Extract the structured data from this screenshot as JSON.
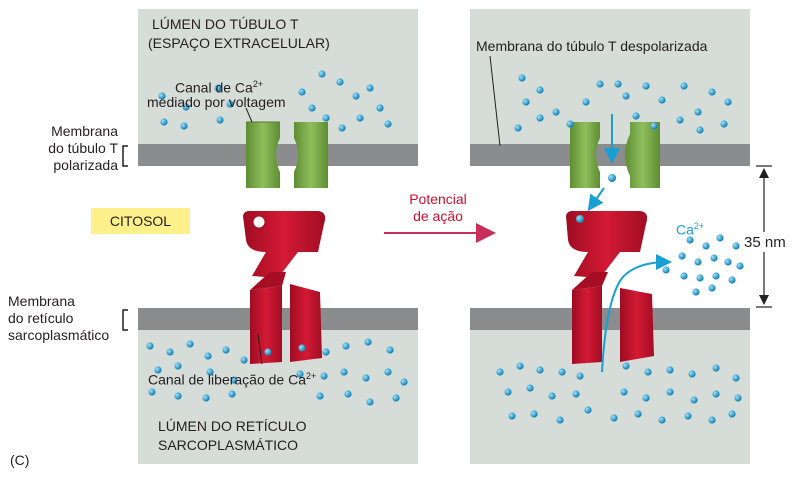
{
  "panel_label": "(C)",
  "left_panel": {
    "ttubule_lumen": [
      "LÚMEN DO TÚBULO T",
      "(ESPAÇO EXTRACELULAR)"
    ],
    "voltage_channel": [
      "Canal de Ca",
      "2+",
      "mediado por voltagem"
    ],
    "release_channel": [
      "Canal de liberação de Ca",
      "2+"
    ],
    "sr_lumen": [
      "LÚMEN DO RETÍCULO",
      "SARCOPLASMÁTICO"
    ]
  },
  "right_panel": {
    "depolarized_membrane": "Membrana do túbulo T despolarizada",
    "ca_label": [
      "Ca",
      "2+"
    ],
    "distance": "35 nm"
  },
  "side_labels": {
    "ttubule_membrane": [
      "Membrana",
      "do túbulo T",
      "polarizada"
    ],
    "sr_membrane": [
      "Membrana",
      "do retículo",
      "sarcoplasmático"
    ],
    "cytosol": "CITOSOL"
  },
  "action_potential": [
    "Potencial",
    "de ação"
  ],
  "colors": {
    "lumen_fill": "#d6dcd7",
    "membrane": "#8a8c8e",
    "dhp_channel": "#7aa84a",
    "ryr_channel": "#c8102e",
    "ion": "#1a9fd4",
    "arrow_red": "#c8305a",
    "cytosol_tag": "#fdf08a"
  }
}
